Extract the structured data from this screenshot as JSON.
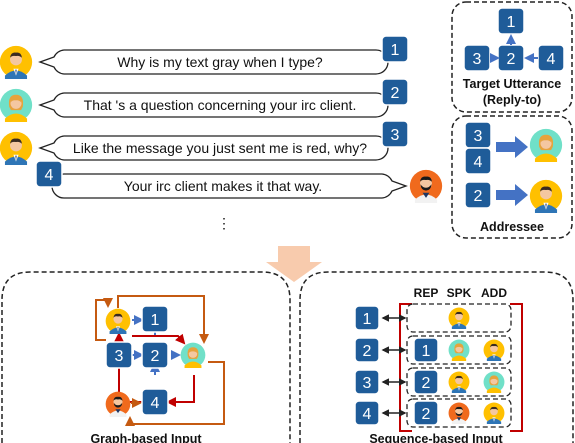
{
  "utterances": [
    {
      "id": "1",
      "text": "Why is my text gray when I type?"
    },
    {
      "id": "2",
      "text": "That 's a question concerning your irc client."
    },
    {
      "id": "3",
      "text": "Like the message you just sent me is red, why?"
    },
    {
      "id": "4",
      "text": "Your irc client makes it that way."
    }
  ],
  "ellipsis": "⋮",
  "target_panel": {
    "title_line1": "Target Utterance",
    "title_line2": "(Reply-to)",
    "nodes": [
      "1",
      "2",
      "3",
      "4"
    ]
  },
  "addressee_panel": {
    "title": "Addressee",
    "groups": [
      {
        "ids": [
          "3",
          "4"
        ]
      },
      {
        "ids": [
          "2"
        ]
      }
    ]
  },
  "graph_panel": {
    "caption": "Graph-based Input",
    "nodes": [
      "1",
      "2",
      "3",
      "4"
    ]
  },
  "sequence_panel": {
    "caption": "Sequence-based Input",
    "columns": [
      "REP",
      "SPK",
      "ADD"
    ],
    "rows": [
      {
        "id": "1",
        "rep": ""
      },
      {
        "id": "2",
        "rep": "1"
      },
      {
        "id": "3",
        "rep": "2"
      },
      {
        "id": "4",
        "rep": "2"
      }
    ]
  },
  "colors": {
    "node_fill": "#1f5c99",
    "node_stroke": "#ffffff",
    "arrow_blue": "#4472c4",
    "arrow_red": "#c00000",
    "arrow_orange": "#c55a11",
    "down_arrow": "#f8cbad",
    "avatar_blue_bg": "#2e75b6",
    "avatar_yellow": "#ffc000",
    "avatar_green": "#70e0c8",
    "avatar_orange": "#f06a1d"
  }
}
